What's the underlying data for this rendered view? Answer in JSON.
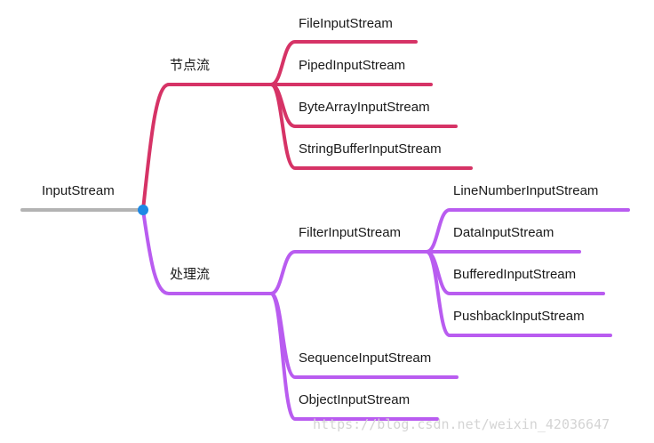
{
  "colors": {
    "root_line": "#b3b3b3",
    "root_dot": "#1e88e5",
    "node_stream": "#d63366",
    "processing_stream": "#b95cf0"
  },
  "root": {
    "label": "InputStream"
  },
  "branches": [
    {
      "label": "节点流",
      "children": [
        {
          "label": "FileInputStream"
        },
        {
          "label": "PipedInputStream"
        },
        {
          "label": "ByteArrayInputStream"
        },
        {
          "label": "StringBufferInputStream"
        }
      ]
    },
    {
      "label": "处理流",
      "children": [
        {
          "label": "FilterInputStream",
          "children": [
            {
              "label": "LineNumberInputStream"
            },
            {
              "label": "DataInputStream"
            },
            {
              "label": "BufferedInputStream"
            },
            {
              "label": "PushbackInputStream"
            }
          ]
        },
        {
          "label": "SequenceInputStream"
        },
        {
          "label": "ObjectInputStream"
        }
      ]
    }
  ],
  "watermark": "https://blog.csdn.net/weixin_42036647"
}
